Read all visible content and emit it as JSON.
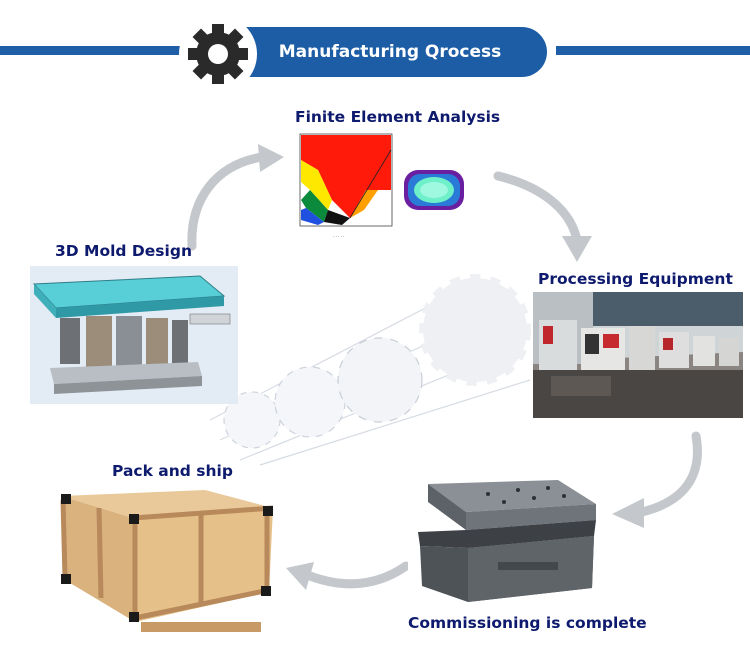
{
  "header": {
    "title": "Manufacturing Qrocess",
    "icon": "gear-icon",
    "colors": {
      "band": "#1d5da6",
      "gear": "#2a2a2a"
    }
  },
  "steps": [
    {
      "label": "Finite Element Analysis"
    },
    {
      "label": "Processing Equipment"
    },
    {
      "label": "Commissioning is complete"
    },
    {
      "label": "Pack and ship"
    },
    {
      "label": "3D Mold Design"
    }
  ],
  "colors": {
    "label": "#0d1a6e",
    "arrow": "#c4c8cc"
  }
}
